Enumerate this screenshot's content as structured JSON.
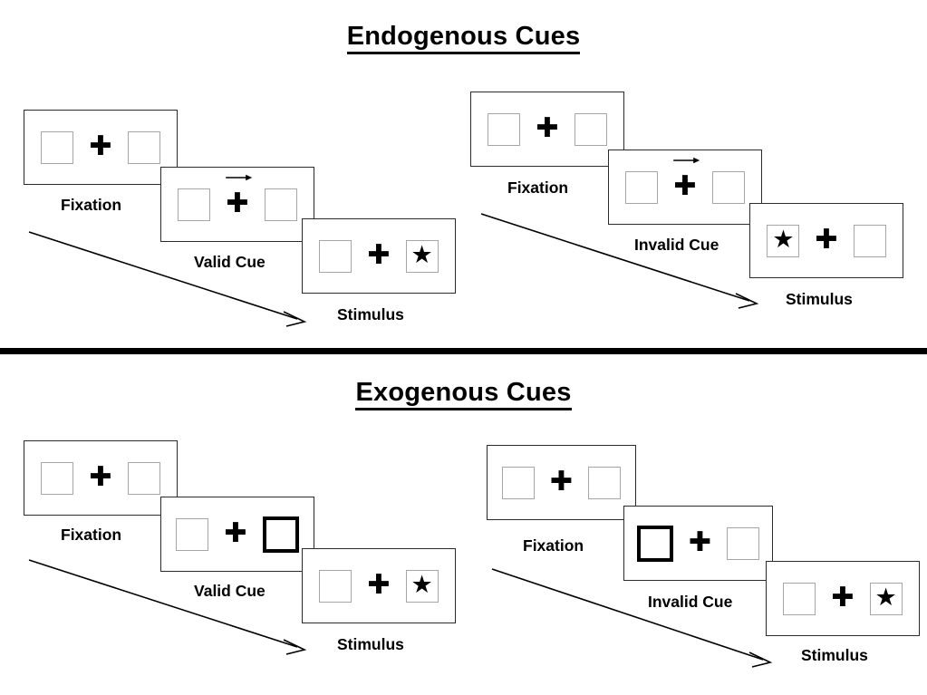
{
  "figure": {
    "sections": [
      {
        "id": "endogenous",
        "title": "Endogenous Cues",
        "groups": [
          {
            "id": "endogenous-valid",
            "condition": "valid",
            "cue_type": "arrow",
            "panels": [
              {
                "label": "Fixation",
                "left_box": "empty",
                "right_box": "empty",
                "center": "fixation-cross",
                "cue": "none"
              },
              {
                "label": "Valid Cue",
                "left_box": "empty",
                "right_box": "empty",
                "center": "fixation-cross",
                "cue": "arrow-right"
              },
              {
                "label": "Stimulus",
                "left_box": "empty",
                "right_box": "star",
                "center": "fixation-cross",
                "cue": "none"
              }
            ]
          },
          {
            "id": "endogenous-invalid",
            "condition": "invalid",
            "cue_type": "arrow",
            "panels": [
              {
                "label": "Fixation",
                "left_box": "empty",
                "right_box": "empty",
                "center": "fixation-cross",
                "cue": "none"
              },
              {
                "label": "Invalid Cue",
                "left_box": "empty",
                "right_box": "empty",
                "center": "fixation-cross",
                "cue": "arrow-right"
              },
              {
                "label": "Stimulus",
                "left_box": "star",
                "right_box": "empty",
                "center": "fixation-cross",
                "cue": "none"
              }
            ]
          }
        ]
      },
      {
        "id": "exogenous",
        "title": "Exogenous Cues",
        "groups": [
          {
            "id": "exogenous-valid",
            "condition": "valid",
            "cue_type": "box-highlight",
            "panels": [
              {
                "label": "Fixation",
                "left_box": "empty",
                "right_box": "empty",
                "center": "fixation-cross",
                "cue": "none"
              },
              {
                "label": "Valid Cue",
                "left_box": "empty",
                "right_box": "cued",
                "center": "fixation-cross",
                "cue": "highlight-right"
              },
              {
                "label": "Stimulus",
                "left_box": "empty",
                "right_box": "star",
                "center": "fixation-cross",
                "cue": "none"
              }
            ]
          },
          {
            "id": "exogenous-invalid",
            "condition": "invalid",
            "cue_type": "box-highlight",
            "panels": [
              {
                "label": "Fixation",
                "left_box": "empty",
                "right_box": "empty",
                "center": "fixation-cross",
                "cue": "none"
              },
              {
                "label": "Invalid Cue",
                "left_box": "cued",
                "right_box": "empty",
                "center": "fixation-cross",
                "cue": "highlight-left"
              },
              {
                "label": "Stimulus",
                "left_box": "empty",
                "right_box": "star",
                "center": "fixation-cross",
                "cue": "none"
              }
            ]
          }
        ]
      }
    ],
    "glyphs": {
      "fixation_cross": "✚",
      "star": "★"
    },
    "colors": {
      "ink": "#000000",
      "panel_border": "#2b2b2b",
      "box_border": "#a6a6a6",
      "cued_box_border": "#000000",
      "background": "#ffffff"
    }
  }
}
